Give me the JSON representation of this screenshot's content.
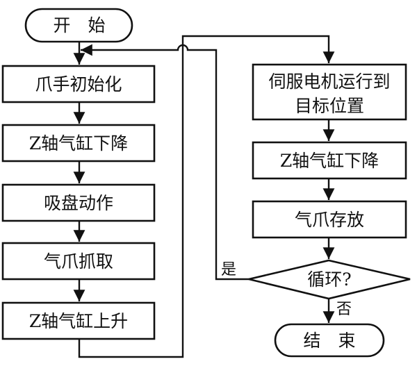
{
  "diagram": {
    "type": "flowchart",
    "colors": {
      "stroke": "#111111",
      "background": "#ffffff"
    },
    "nodes": {
      "start": {
        "label": "开　始",
        "shape": "terminator"
      },
      "init": {
        "label": "爪手初始化",
        "shape": "process"
      },
      "z_down_1": {
        "label": "Z轴气缸下降",
        "shape": "process"
      },
      "suction": {
        "label": "吸盘动作",
        "shape": "process"
      },
      "grab": {
        "label": "气爪抓取",
        "shape": "process"
      },
      "z_up": {
        "label": "Z轴气缸上升",
        "shape": "process"
      },
      "servo_line1": {
        "label": "伺服电机运行到",
        "shape": "process"
      },
      "servo_line2": {
        "label": "目标位置",
        "shape": "process"
      },
      "z_down_2": {
        "label": "Z轴气缸下降",
        "shape": "process"
      },
      "store": {
        "label": "气爪存放",
        "shape": "process"
      },
      "loop_decision": {
        "label": "循环?",
        "shape": "decision"
      },
      "end": {
        "label": "结　束",
        "shape": "terminator"
      }
    },
    "edge_labels": {
      "yes": "是",
      "no": "否"
    },
    "edges": [
      {
        "from": "start",
        "to": "init"
      },
      {
        "from": "init",
        "to": "z_down_1"
      },
      {
        "from": "z_down_1",
        "to": "suction"
      },
      {
        "from": "suction",
        "to": "grab"
      },
      {
        "from": "grab",
        "to": "z_up"
      },
      {
        "from": "z_up",
        "to": "servo"
      },
      {
        "from": "servo",
        "to": "z_down_2"
      },
      {
        "from": "z_down_2",
        "to": "store"
      },
      {
        "from": "store",
        "to": "loop_decision"
      },
      {
        "from": "loop_decision",
        "to": "init",
        "label": "是"
      },
      {
        "from": "loop_decision",
        "to": "end",
        "label": "否"
      }
    ]
  }
}
